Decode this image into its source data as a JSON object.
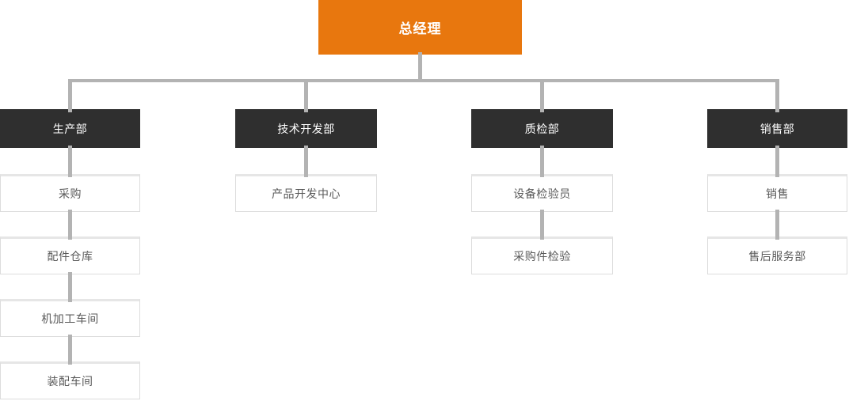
{
  "chart_title": "",
  "root": {
    "label": "总经理"
  },
  "departments": [
    {
      "label": "生产部",
      "children": [
        "采购",
        "配件仓库",
        "机加工车间",
        "装配车间"
      ]
    },
    {
      "label": "技术开发部",
      "children": [
        "产品开发中心"
      ]
    },
    {
      "label": "质检部",
      "children": [
        "设备检验员",
        "采购件检验"
      ]
    },
    {
      "label": "销售部",
      "children": [
        "销售",
        "售后服务部"
      ]
    }
  ],
  "colors": {
    "root_bg": "#e8770e",
    "dept_bg": "#2f2f2f",
    "leaf_border": "#dcdcdc",
    "leaf_text": "#595959",
    "connector": "#b3b3b3"
  }
}
